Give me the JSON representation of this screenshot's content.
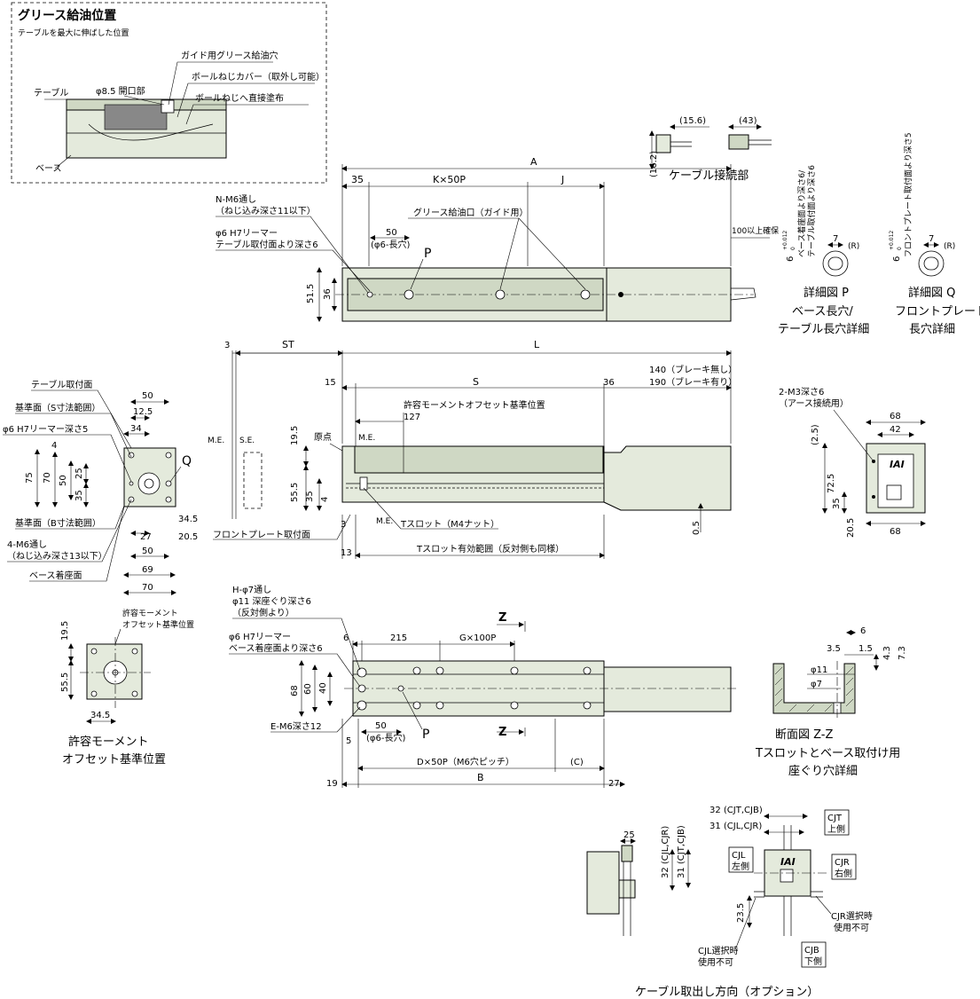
{
  "grease": {
    "title": "グリース給油位置",
    "subtitle": "テーブルを最大に伸ばした位置",
    "table_label": "テーブル",
    "base_label": "ベース",
    "opening": "φ8.5 開口部",
    "guide_hole": "ガイド用グリース給油穴",
    "cover": "ボールねじカバー（取外し可能）",
    "direct": "ボールねじへ直接塗布"
  },
  "cable": {
    "dim_156": "(15.6)",
    "dim_43": "(43)",
    "dim_162": "(16.2)",
    "label": "ケーブル接続部"
  },
  "top": {
    "A": "A",
    "d35": "35",
    "kx50p": "K×50P",
    "J": "J",
    "grease_port": "グリース給油口（ガイド用）",
    "nm6": "N-M6通し",
    "nm6b": "（ねじ込み深さ11以下）",
    "phi6": "φ6 H7リーマー",
    "phi6b": "テーブル取付面より深さ6",
    "d50": "50",
    "phi6long": "(φ6-長穴)",
    "P": "P",
    "d515": "51.5",
    "d36": "36",
    "d100": "100以上確保"
  },
  "detailP": {
    "tol": "6",
    "tol_sup": "+0.012",
    "tol_sub": "0",
    "vert1": "ベース着座面より深さ6/",
    "vert2": "テーブル取付面より深さ6",
    "d7": "7",
    "R": "(R)",
    "t1": "詳細図 P",
    "t2": "ベース長穴/",
    "t3": "テーブル長穴詳細"
  },
  "detailQ": {
    "tol": "6",
    "tol_sup": "+0.012",
    "tol_sub": "0",
    "vert1": "フロントプレート取付面より深さ5",
    "d7": "7",
    "R": "(R)",
    "t1": "詳細図 Q",
    "t2": "フロントプレート",
    "t3": "長穴詳細"
  },
  "side": {
    "d3": "3",
    "ST": "ST",
    "L": "L",
    "d15": "15",
    "S": "S",
    "d36": "36",
    "brake1": "140（ブレーキ無し）",
    "brake2": "190（ブレーキ有り）",
    "moment": "許容モーメントオフセット基準位置",
    "d127": "127",
    "ME1": "M.E.",
    "SE": "S.E.",
    "origin": "原点",
    "ME2": "M.E.",
    "d195": "19.5",
    "d555": "55.5",
    "d35": "35",
    "d4": "4",
    "ME3": "M.E.",
    "tslot": "Tスロット（M4ナット）",
    "front": "フロントプレート取付面",
    "d3b": "3",
    "d13": "13",
    "tslot_range": "Tスロット有効範囲（反対側も同様）",
    "d05": "0.5"
  },
  "endview": {
    "table_mount": "テーブル取付面",
    "ref_s": "基準面（S寸法範囲）",
    "phi6": "φ6 H7リーマー深さ5",
    "ref_b": "基準面（B寸法範囲）",
    "m6": "4-M6通し",
    "m6b": "（ねじ込み深さ13以下）",
    "base_seat": "ベース着座面",
    "d50": "50",
    "d125": "12.5",
    "d34": "34",
    "d4": "4",
    "d75": "75",
    "d70": "70",
    "d50v": "50",
    "d25": "25",
    "d35": "35",
    "Q": "Q",
    "d345": "34.5",
    "d205": "20.5",
    "d27": "27",
    "d50b": "50",
    "d69": "69",
    "d70b": "70"
  },
  "motorview": {
    "m3": "2-M3深さ6",
    "m3b": "（アース接続用）",
    "d68": "68",
    "d42": "42",
    "d25": "(2.5)",
    "d725": "72.5",
    "d35": "35",
    "d205": "20.5",
    "d68b": "68",
    "logo": "IAI"
  },
  "moment_view": {
    "label1": "許容モーメント",
    "label2": "オフセット基準位置",
    "d195": "19.5",
    "d555": "55.5",
    "d345": "34.5",
    "t1": "許容モーメント",
    "t2": "オフセット基準位置"
  },
  "bottom": {
    "h1": "H-φ7通し",
    "h2": "φ11 深座ぐり深さ6",
    "h3": "（反対側より）",
    "phi1": "φ6 H7リーマー",
    "phi2": "ベース着座面より深さ6",
    "d6": "6",
    "d215": "215",
    "gx100p": "G×100P",
    "Z1": "Z",
    "Z2": "Z",
    "d68": "68",
    "d60": "60",
    "d40": "40",
    "em6": "E-M6深さ12",
    "d5": "5",
    "d50": "50",
    "phi6long": "(φ6-長穴)",
    "P": "P",
    "dx50p": "D×50P（M6穴ピッチ）",
    "C": "(C)",
    "d19": "19",
    "B": "B",
    "d27": "27"
  },
  "section": {
    "d6": "6",
    "d35": "3.5",
    "d15": "1.5",
    "d43": "4.3",
    "d73": "7.3",
    "phi11": "φ11",
    "phi7": "φ7",
    "t1": "断面図 Z-Z",
    "t2": "Tスロットとベース取付け用",
    "t3": "座ぐり穴詳細"
  },
  "cabledir": {
    "d25": "25",
    "d32a": "32 (CJT,CJB)",
    "d31a": "31 (CJL,CJR)",
    "d32v": "32 (CJL,CJR)",
    "d31v": "31 (CJT,CJB)",
    "d235": "23.5",
    "cjt1": "CJT",
    "cjt2": "上側",
    "cjl1": "CJL",
    "cjl2": "左側",
    "cjr1": "CJR",
    "cjr2": "右側",
    "cjb1": "CJB",
    "cjb2": "下側",
    "cjr_n1": "CJR選択時",
    "cjr_n2": "使用不可",
    "cjl_n1": "CJL選択時",
    "cjl_n2": "使用不可",
    "title": "ケーブル取出し方向（オプション）",
    "logo": "IAI"
  }
}
